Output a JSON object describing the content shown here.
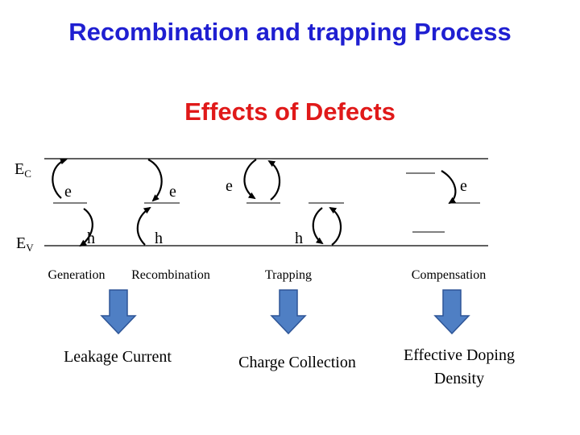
{
  "title": "Recombination and trapping Process",
  "subtitle": "Effects of Defects",
  "bands": {
    "conduction_main": "E",
    "conduction_sub": "C",
    "valence_main": "E",
    "valence_sub": "V"
  },
  "carriers": {
    "generation_e": "e",
    "generation_h": "h",
    "recombination_e": "e",
    "recombination_h": "h",
    "trapping_e": "e",
    "trapping_h": "h",
    "compensation_e": "e"
  },
  "processes": {
    "generation": "Generation",
    "recombination": "Recombination",
    "trapping": "Trapping",
    "compensation": "Compensation"
  },
  "effects": {
    "leakage": "Leakage Current",
    "charge": "Charge Collection",
    "doping_line1": "Effective Doping",
    "doping_line2": "Density"
  },
  "colors": {
    "title": "#1f1fd1",
    "subtitle": "#e01919",
    "arrow_fill": "#4f7fc4",
    "arrow_stroke": "#2e5597"
  }
}
